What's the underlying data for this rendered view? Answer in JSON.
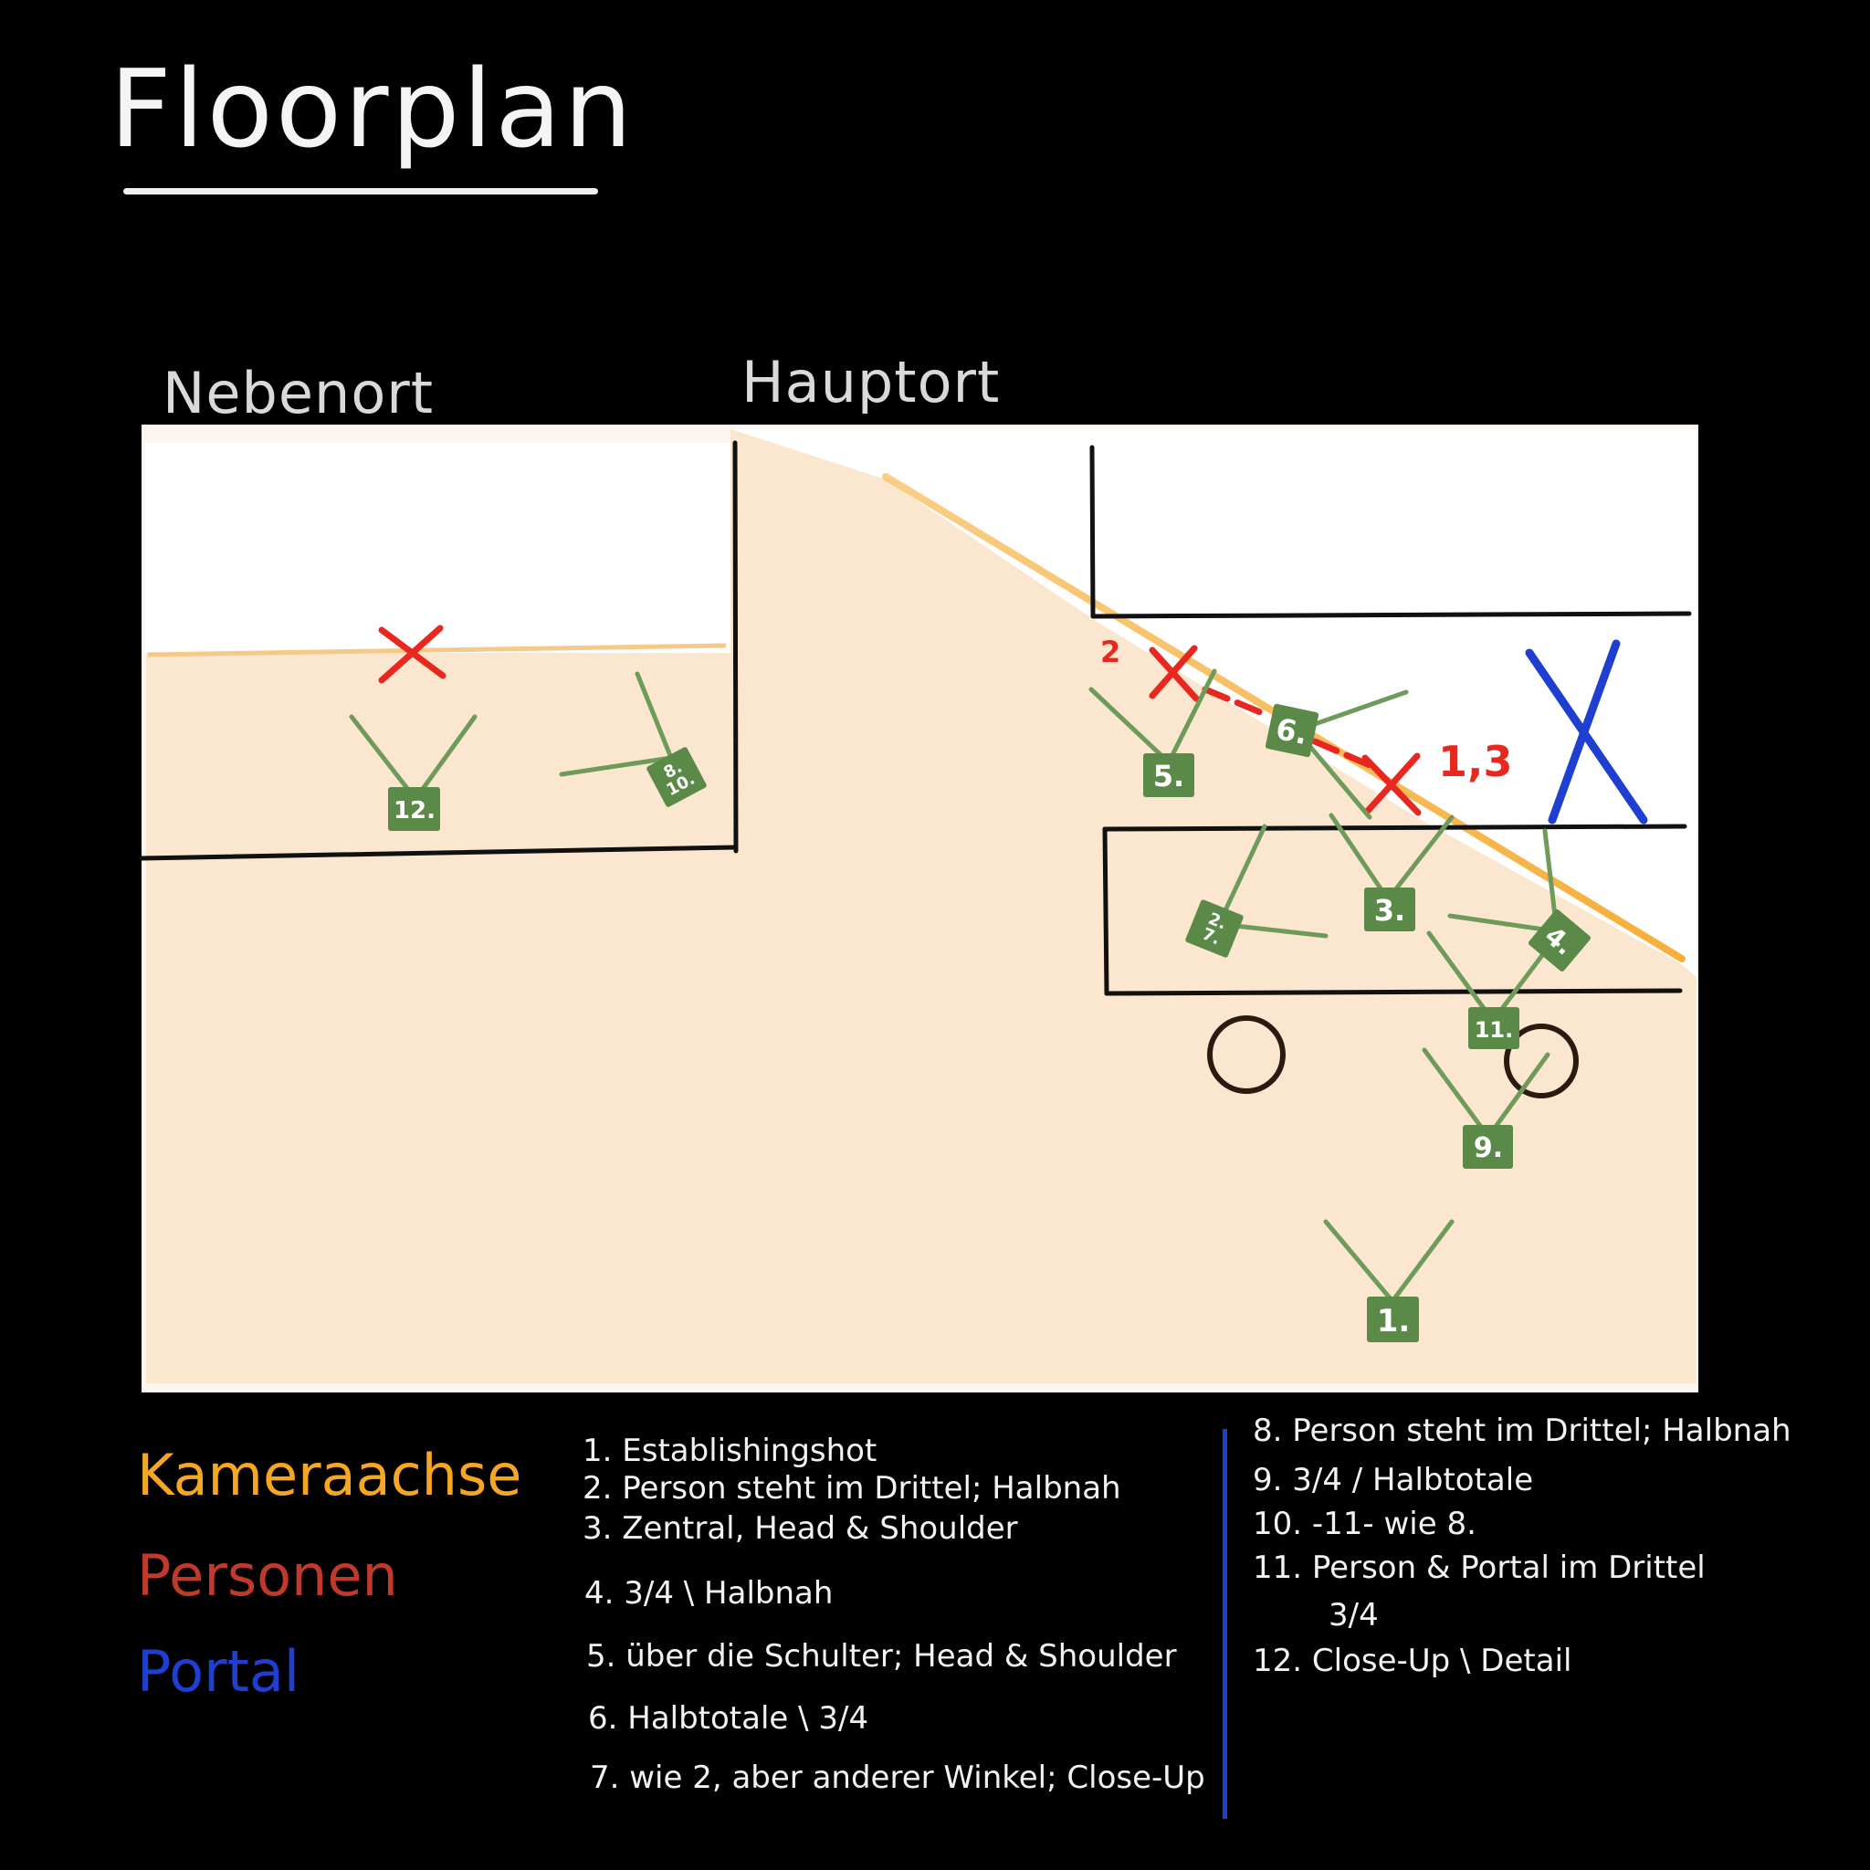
{
  "title": "Floorplan",
  "areas": {
    "secondary": "Nebenort",
    "main": "Hauptort"
  },
  "legend": [
    {
      "label": "Kameraachse",
      "color": "#f5a623"
    },
    {
      "label": "Personen",
      "color": "#c0392b"
    },
    {
      "label": "Portal",
      "color": "#1f3fd0"
    }
  ],
  "shots_left": [
    "1. Establishingshot",
    "2. Person steht im Drittel; Halbnah",
    "3. Zentral, Head & Shoulder",
    "4. 3/4 \\ Halbnah",
    "5. über die Schulter; Head & Shoulder",
    "6. Halbtotale \\ 3/4",
    "7. wie 2, aber anderer Winkel; Close-Up"
  ],
  "shots_right": [
    "8. Person steht im Drittel; Halbnah",
    "9. 3/4 / Halbtotale",
    "10. -11- wie 8.",
    "11. Person & Portal im Drittel",
    "3/4",
    "12. Close-Up \\ Detail"
  ],
  "markers": {
    "person_2": "2",
    "person_13": "1,3"
  },
  "cameras": {
    "c1": "1.",
    "c3": "3.",
    "c4": "4.",
    "c5": "5.",
    "c6": "6.",
    "c27": "2. 7.",
    "c810": "8. 10.",
    "c9": "9.",
    "c11": "11.",
    "c12": "12."
  },
  "colors": {
    "axis": "#f5a623",
    "person": "#e8281e",
    "portal": "#1f3fd0",
    "camera": "#5b8a48",
    "floor": "#fcebd7"
  }
}
